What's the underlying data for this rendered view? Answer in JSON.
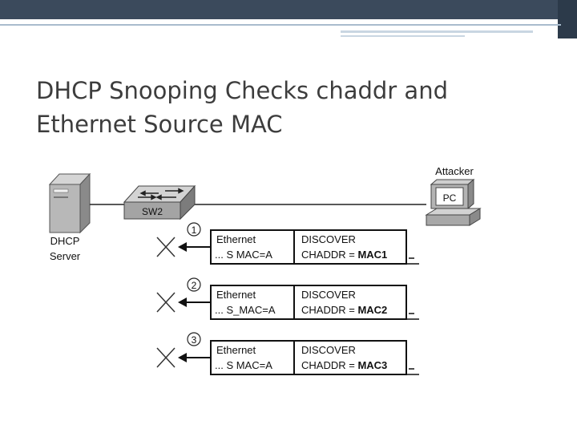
{
  "slide": {
    "title_line1": "DHCP Snooping Checks chaddr and",
    "title_line2": "Ethernet Source MAC"
  },
  "diagram": {
    "server_label_line1": "DHCP",
    "server_label_line2": "Server",
    "switch_label": "SW2",
    "attacker_label": "Attacker",
    "pc_label": "PC",
    "messages": [
      {
        "step": "1",
        "eth_title": "Ethernet",
        "eth_field": "... S  MAC=A",
        "dhcp_title": "DISCOVER",
        "chaddr_prefix": "CHADDR = ",
        "chaddr_value": "MAC1"
      },
      {
        "step": "2",
        "eth_title": "Ethernet",
        "eth_field": "... S_MAC=A",
        "dhcp_title": "DISCOVER",
        "chaddr_prefix": "CHADDR = ",
        "chaddr_value": "MAC2"
      },
      {
        "step": "3",
        "eth_title": "Ethernet",
        "eth_field": "... S  MAC=A",
        "dhcp_title": "DISCOVER",
        "chaddr_prefix": "CHADDR = ",
        "chaddr_value": "MAC3"
      }
    ]
  }
}
